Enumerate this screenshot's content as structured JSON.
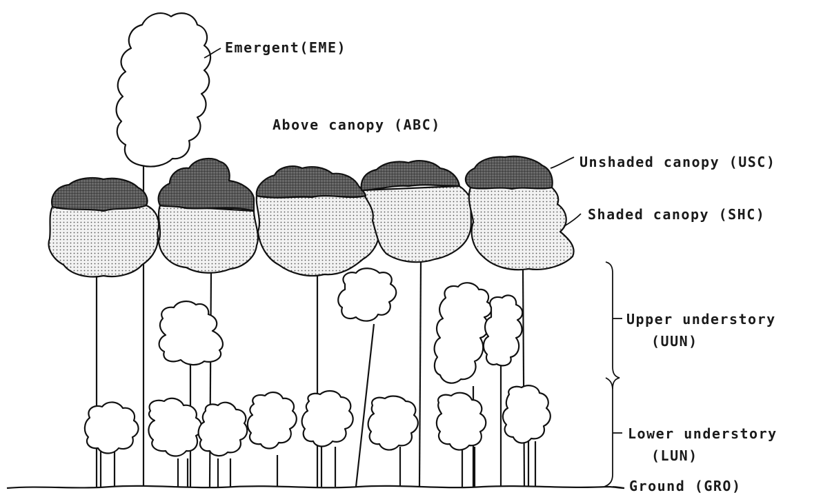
{
  "labels": {
    "emergent": "Emergent(EME)",
    "above_canopy": "Above canopy (ABC)",
    "unshaded_canopy": "Unshaded canopy (USC)",
    "shaded_canopy": "Shaded canopy (SHC)",
    "upper_understory_line1": "Upper understory",
    "upper_understory_line2": "(UUN)",
    "lower_understory_line1": "Lower understory",
    "lower_understory_line2": "(LUN)",
    "ground": "Ground (GRO)"
  }
}
